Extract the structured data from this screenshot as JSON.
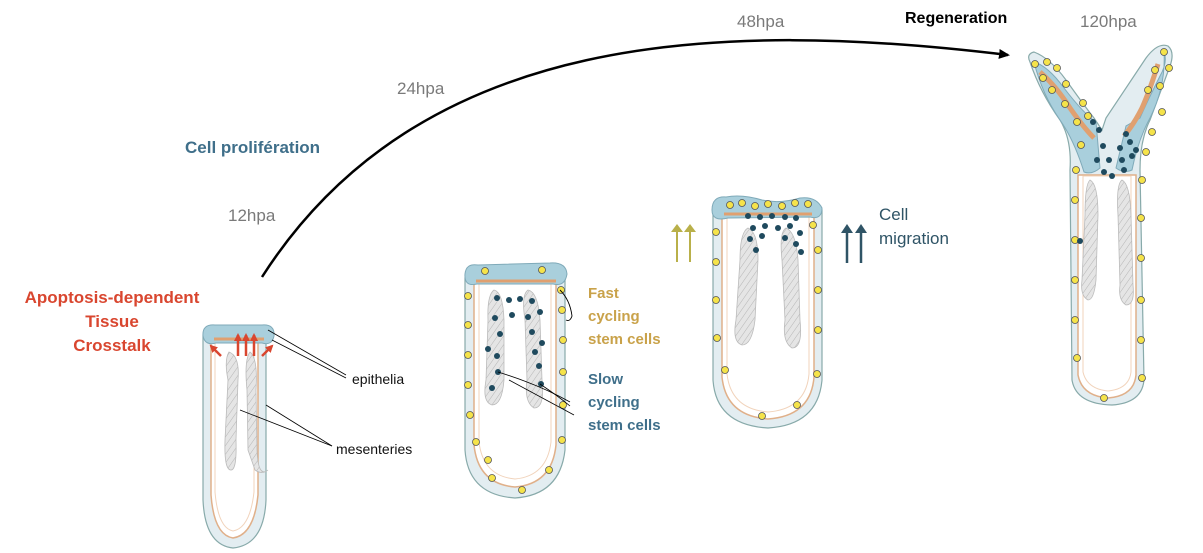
{
  "arrow": {
    "label": "Regeneration"
  },
  "stages": [
    {
      "time": "12hpa"
    },
    {
      "time": "24hpa"
    },
    {
      "time": "48hpa"
    },
    {
      "time": "120hpa"
    }
  ],
  "process": {
    "proliferation": "Cell prolifération",
    "apoptosis_lines": [
      "Apoptosis-dependent",
      "Tissue",
      "Crosstalk"
    ],
    "migration_lines": [
      "Cell",
      "migration"
    ]
  },
  "annotations": {
    "epithelia": "epithelia",
    "mesenteries": "mesenteries",
    "fast_lines": [
      "Fast",
      "cycling",
      "stem cells"
    ],
    "slow_lines": [
      "Slow",
      "cycling",
      "stem cells"
    ]
  },
  "colors": {
    "blue_epidermis": "#a9cfdc",
    "orange_tissue": "#e7b98c",
    "outer_wall": "#e3edf1",
    "mesentery": "#dcdcdc",
    "red_arrows": "#d9462f",
    "yellow_cells": "#f5e34a",
    "dark_cells": "#1f4a5e",
    "olive_arrows": "#b9b04a"
  }
}
